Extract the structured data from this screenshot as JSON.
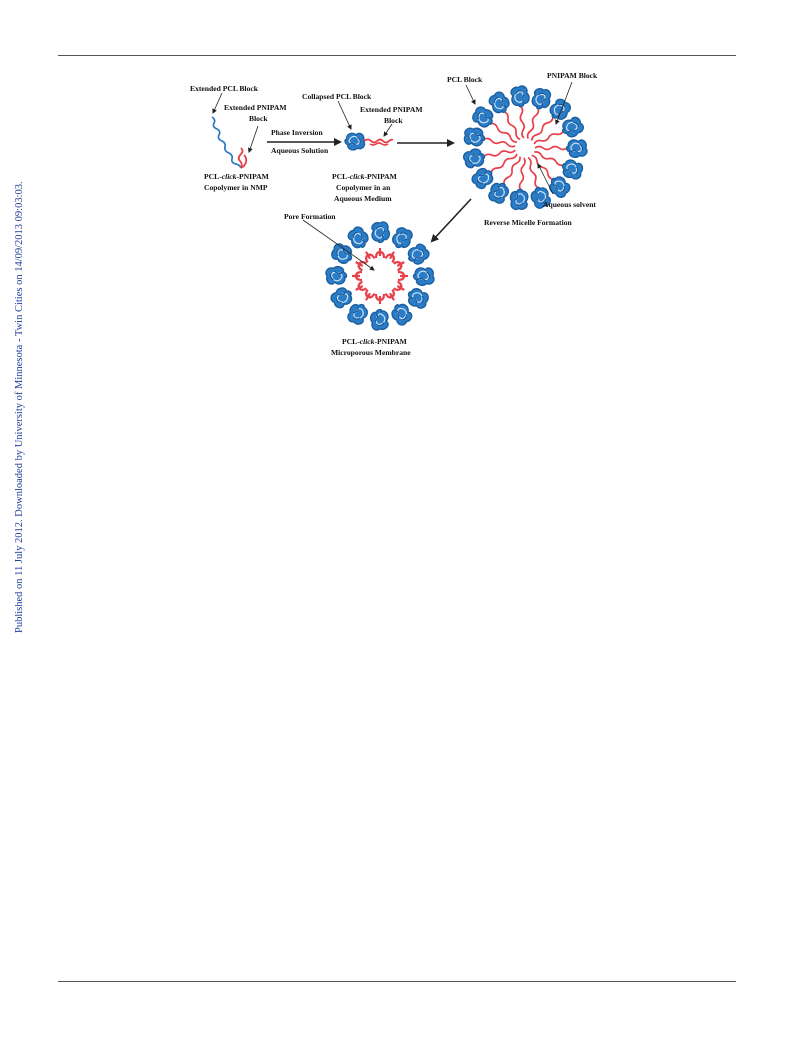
{
  "watermark": {
    "text": "Published on 11 July 2012. Downloaded by University of Minnesota - Twin Cities on 14/09/2013 09:03:03."
  },
  "figure": {
    "labels": {
      "extended_pcl": "Extended PCL Block",
      "extended_pnipam_1": "Extended PNIPAM",
      "extended_pnipam_2": "Block",
      "phase_inversion": "Phase Inversion",
      "aqueous_solution": "Aqueous Solution",
      "collapsed_pcl": "Collapsed PCL Block",
      "extended_pnipam_b1": "Extended PNIPAM",
      "extended_pnipam_b2": "Block",
      "pcl_block": "PCL Block",
      "pnipam_block": "PNIPAM Block",
      "aqueous_solvent": "Aqueous solvent",
      "reverse_micelle": "Reverse Micelle Formation",
      "pore_formation": "Pore Formation"
    },
    "captions": {
      "nmp_pre": "PCL-",
      "nmp_italic": "click",
      "nmp_post": "-PNIPAM",
      "nmp_line2": "Copolymer in NMP",
      "aq_pre": "PCL-",
      "aq_italic": "click",
      "aq_post": "-PNIPAM",
      "aq_line2": "Copolymer in an",
      "aq_line3": "Aqueous Medium",
      "mem_pre": "PCL-",
      "mem_italic": "click",
      "mem_post": "-PNIPAM",
      "mem_line2": "Microporous Membrane"
    },
    "colors": {
      "pcl": "#2a7cc7",
      "pcl_dark": "#1b5e9e",
      "pnipam": "#e8404a",
      "text": "#111111",
      "arrow": "#222222"
    }
  }
}
